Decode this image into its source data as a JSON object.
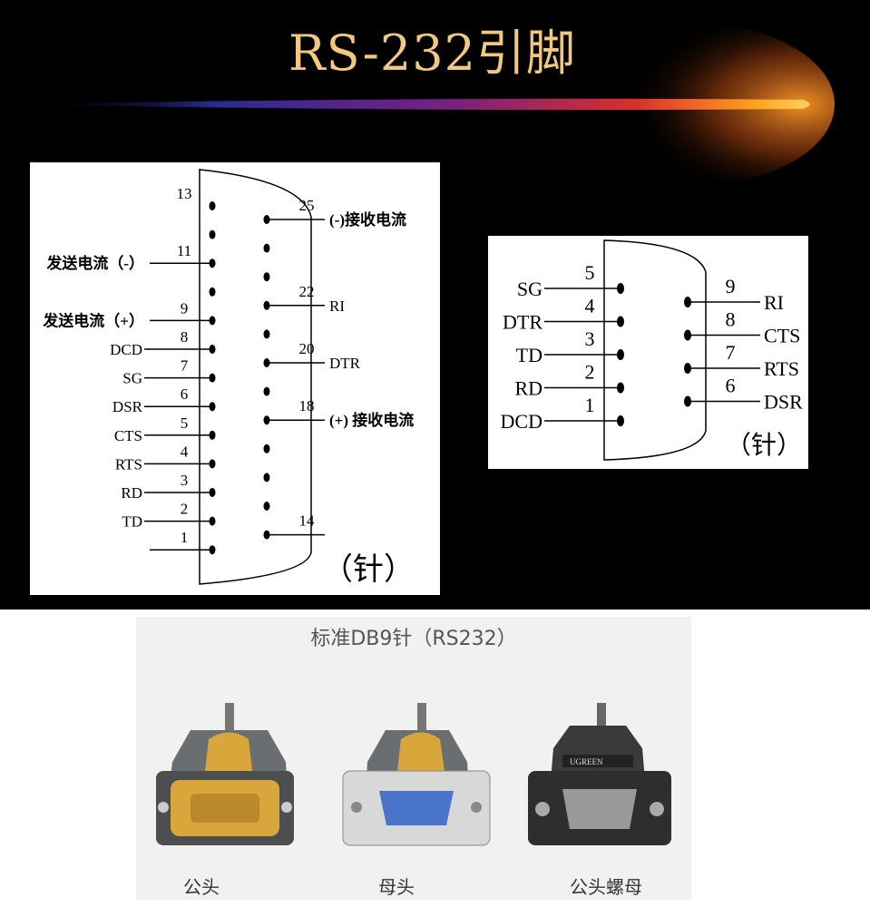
{
  "title": "RS-232引脚",
  "db25": {
    "left_pins": [
      "13",
      "11",
      "9",
      "8",
      "7",
      "6",
      "5",
      "4",
      "3",
      "2",
      "1"
    ],
    "left_signals": {
      "11": "发送电流（-）",
      "9": "发送电流（+）",
      "8": "DCD",
      "7": "SG",
      "6": "DSR",
      "5": "CTS",
      "4": "RTS",
      "3": "RD",
      "2": "TD"
    },
    "right_pin_labels": {
      "25": "25",
      "22": "22",
      "20": "20",
      "18": "18",
      "14": "14"
    },
    "right_signals": {
      "25": "(-)接收电流",
      "22": "RI",
      "20": "DTR",
      "18": "(+) 接收电流"
    },
    "gender": "（针）"
  },
  "db9": {
    "left": [
      {
        "pin": "5",
        "signal": "SG"
      },
      {
        "pin": "4",
        "signal": "DTR"
      },
      {
        "pin": "3",
        "signal": "TD"
      },
      {
        "pin": "2",
        "signal": "RD"
      },
      {
        "pin": "1",
        "signal": "DCD"
      }
    ],
    "right": [
      {
        "pin": "9",
        "signal": "RI"
      },
      {
        "pin": "8",
        "signal": "CTS"
      },
      {
        "pin": "7",
        "signal": "RTS"
      },
      {
        "pin": "6",
        "signal": "DSR"
      }
    ],
    "gender": "（针）"
  },
  "photo": {
    "title": "标准DB9针（RS232）",
    "captions": [
      "公头",
      "母头",
      "公头螺母"
    ],
    "brand": "UGREEN"
  },
  "colors": {
    "title": "#f2c77f",
    "connector_gray": "#6b6e70",
    "connector_yellow": "#d9a63b",
    "female_blue": "#4a74c9"
  }
}
